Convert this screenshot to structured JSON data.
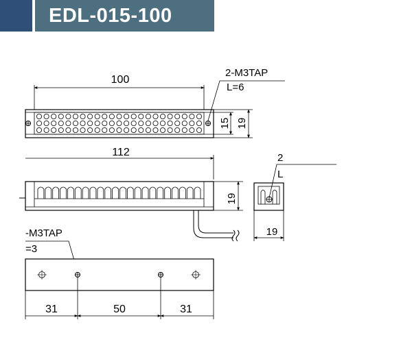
{
  "header": {
    "model": "EDL-015-100",
    "accent_color": "#2f4f78",
    "bar_color": "#4d6f80"
  },
  "front_view": {
    "width_label": "100",
    "tap_label": "2-M3TAP",
    "tap_depth_label": "L=6",
    "inner_height_label": "15",
    "outer_height_label": "19"
  },
  "side_view": {
    "length_label": "112",
    "height_label": "19"
  },
  "end_view": {
    "label_top": "2",
    "label_second": "L",
    "width_label": "19"
  },
  "bottom_view": {
    "tap_label": "-M3TAP",
    "tap_depth_label": "=3",
    "dim_left": "31",
    "dim_middle": "50",
    "dim_right": "31"
  }
}
